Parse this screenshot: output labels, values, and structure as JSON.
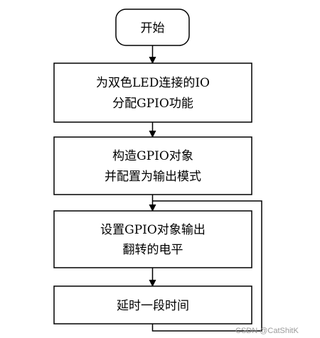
{
  "nodes": {
    "start": {
      "label": "开始"
    },
    "step1": {
      "line1": "为双色LED连接的IO",
      "line2": "分配GPIO功能"
    },
    "step2": {
      "line1": "构造GPIO对象",
      "line2": "并配置为输出模式"
    },
    "step3": {
      "line1": "设置GPIO对象输出",
      "line2": "翻转的电平"
    },
    "step4": {
      "label": "延时一段时间"
    }
  },
  "watermark": "CSDN @CatShitK",
  "colors": {
    "stroke": "#000000",
    "background": "#ffffff",
    "watermark": "#9a9a9a"
  }
}
